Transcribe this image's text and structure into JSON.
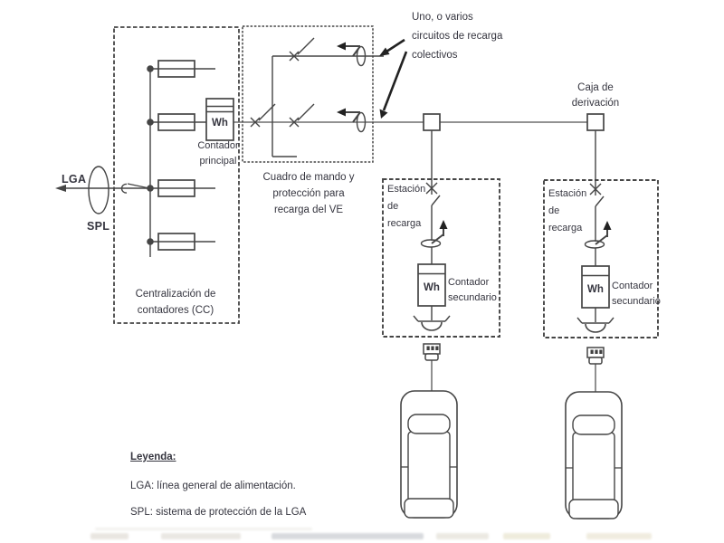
{
  "colors": {
    "background": "#ffffff",
    "line": "#454545",
    "line_light": "#6f6f6f",
    "text": "#35353f",
    "arrow": "#222222"
  },
  "diagram": {
    "feed": {
      "lga_label": "LGA",
      "spl_label": "SPL"
    },
    "meter_centralization": {
      "caption_line1": "Centralización de",
      "caption_line2": "contadores (CC)",
      "main_meter_text": "Wh",
      "main_meter_label_line1": "Contador",
      "main_meter_label_line2": "principal"
    },
    "control_panel": {
      "caption_line1": "Cuadro de mando y",
      "caption_line2": "protección para",
      "caption_line3": "recarga del VE"
    },
    "annotation": {
      "line1": "Uno, o varios",
      "line2": "circuitos de recarga",
      "line3": "colectivos"
    },
    "junction_box": {
      "label_line1": "Caja de",
      "label_line2": "derivación"
    },
    "station1": {
      "label_line1": "Estación",
      "label_line2": "de",
      "label_line3": "recarga",
      "meter_text": "Wh",
      "meter_label_line1": "Contador",
      "meter_label_line2": "secundario"
    },
    "station2": {
      "label_line1": "Estación",
      "label_line2": "de",
      "label_line3": "recarga",
      "meter_text": "Wh",
      "meter_label_line1": "Contador",
      "meter_label_line2": "secundario"
    },
    "legend": {
      "title": "Leyenda:",
      "item_lga": "LGA: línea general de alimentación.",
      "item_spl": "SPL: sistema de protección de la LGA"
    }
  }
}
